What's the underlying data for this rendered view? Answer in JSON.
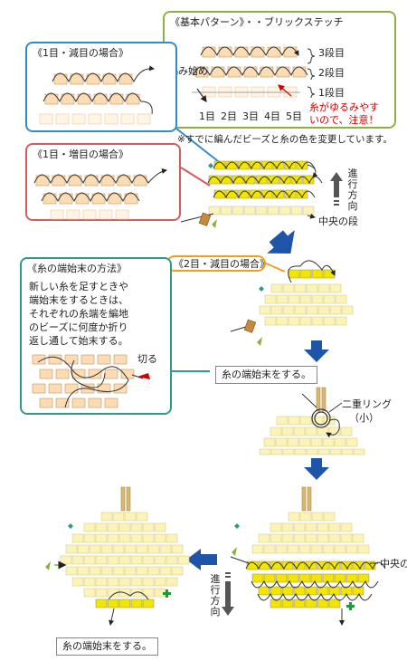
{
  "basic_pattern": {
    "title": "《基本パターン》・・ブリックステッチ",
    "start_label": "編み始め",
    "row_labels": [
      "3段目",
      "2段目",
      "1段目"
    ],
    "bead_numbers": [
      "1目",
      "2目",
      "3目",
      "4目",
      "5目"
    ],
    "warning_line1": "糸がゆるみやす",
    "warning_line2": "いので、注意！"
  },
  "dec1": {
    "title": "《1目・減目の場合》"
  },
  "inc1": {
    "title": "《1目・増目の場合》"
  },
  "note_color_change": "※すでに編んだビーズと糸の色を変更しています。",
  "direction_label": "進行方向",
  "center_row_label": "中央の段",
  "dec2": {
    "title": "《2目・減目の場合》"
  },
  "thread_end": {
    "title": "《糸の端始末の方法》",
    "body_lines": [
      "新しい糸を足すときや",
      "端始末をするときは、",
      "それぞれの糸端を編地",
      "のビーズに何度か折り",
      "返し通して始末する。"
    ],
    "cut_label": "切る"
  },
  "callout_end1": "糸の端始末をする。",
  "double_ring_label": "二重リング",
  "double_ring_sub": "（小）",
  "center_row_label_2": "中央の段",
  "direction_label_2": "進行方向",
  "callout_end2": "糸の端始末をする。",
  "colors": {
    "green_border": "#8db040",
    "blue_border": "#2e8cc8",
    "red_border": "#d85a5a",
    "orange_border": "#f0a020",
    "teal_border": "#2e9a8a",
    "yellow_bead": "#f3e500",
    "pale_bead": "#fbf3b8",
    "peach_bead": "#fbdcb4",
    "arrow_blue": "#1f55a8"
  }
}
